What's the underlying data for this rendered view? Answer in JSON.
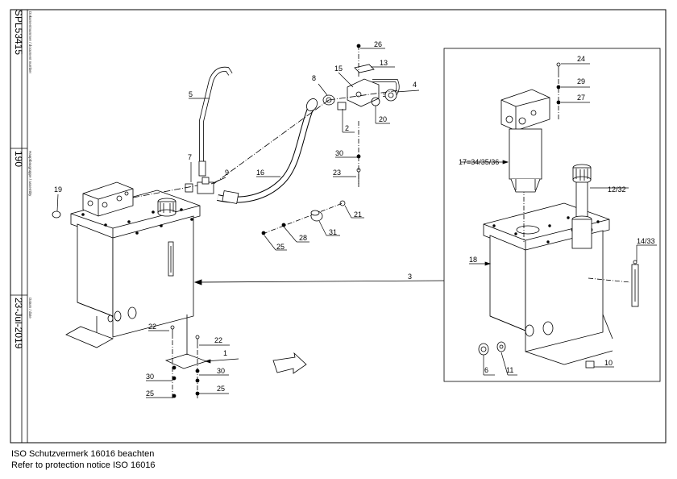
{
  "meta": {
    "document_caption": "Dokumentnummer / document number",
    "document_number": "SPL53415",
    "assembly_caption": "Hauptbaugruppe / assembly",
    "assembly_number": "190",
    "date_caption": "Datum / date",
    "date": "23-Jul-2019"
  },
  "notice": {
    "line_de": "ISO Schutzvermerk 16016 beachten",
    "line_en": "Refer to protection notice ISO 16016"
  },
  "callouts": {
    "c1": "1",
    "c2": "2",
    "c3": "3",
    "c4": "4",
    "c5": "5",
    "c6": "6",
    "c7": "7",
    "c8": "8",
    "c9": "9",
    "c10": "10",
    "c11": "11",
    "c12": "12/32",
    "c13": "13",
    "c14": "14/33",
    "c15": "15",
    "c16": "16",
    "c17": "17=34/35/36",
    "c18": "18",
    "c19": "19",
    "c20": "20",
    "c21": "21",
    "c22a": "22",
    "c22b": "22",
    "c23": "23",
    "c24": "24",
    "c25a": "25",
    "c25b": "25",
    "c25c": "25",
    "c26": "26",
    "c27": "27",
    "c28": "28",
    "c29": "29",
    "c30a": "30",
    "c30b": "30",
    "c30c": "30",
    "c31": "31"
  },
  "colors": {
    "line": "#000000",
    "background": "#ffffff"
  }
}
